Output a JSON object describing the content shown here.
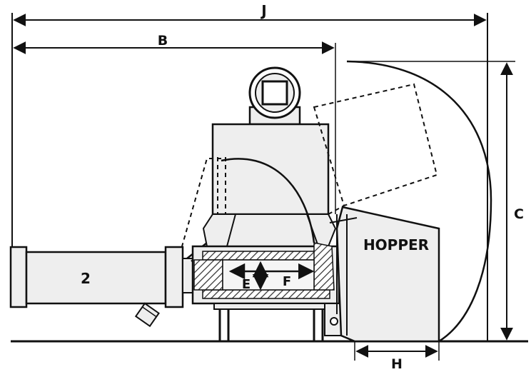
{
  "labels": {
    "j": "J",
    "b": "B",
    "c": "C",
    "h": "H",
    "e": "E",
    "f": "F",
    "hopper": "HOPPER",
    "ram": "2"
  },
  "colors": {
    "ink": "#111111",
    "fill": "#eeeeee",
    "hatch": "#333333",
    "background": "#ffffff"
  }
}
